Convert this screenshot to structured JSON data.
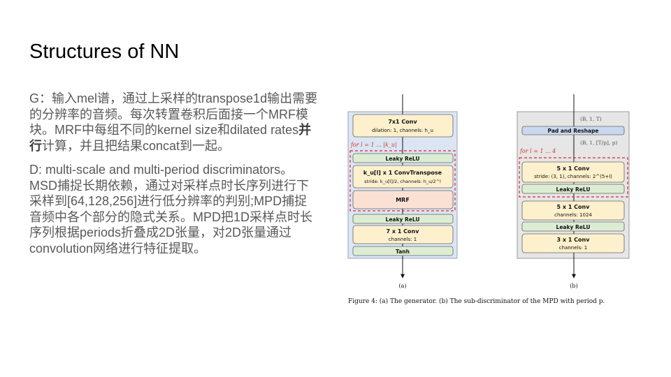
{
  "title": "Structures of NN",
  "paragraph_g": {
    "before": "G：输入mel谱，通过上采样的transpose1d输出需要的分辨率的音频。每次转置卷积后面接一个MRF模块。MRF中每组不同的kernel size和dilated rates",
    "bold": "并行",
    "after": "计算，并且把结果concat到一起。"
  },
  "paragraph_d": "D: multi-scale and multi-period discriminators。MSD捕捉长期依赖，通过对采样点时长序列进行下采样到[64,128,256]进行低分辨率的判别;MPD捕捉音频中各个部分的隐式关系。MPD把1D采样点时长序列根据periods折叠成2D张量，对2D张量通过convolution网络进行特征提取。",
  "figure": {
    "caption": "Figure 4: (a) The generator. (b) The sub-discriminator of the MPD with period p.",
    "generator": {
      "label": "(a)",
      "conv_in": "7x1 Conv",
      "conv_in_sub": "dilation: 1, channels: h_u",
      "loop": "for l = 1 ... |k_u|",
      "leaky1": "Leaky ReLU",
      "transpose": "k_u[l] x 1  ConvTranspose",
      "transpose_sub": "stride: k_u[l]/2, channels: h_u/2^l",
      "mrf": "MRF",
      "leaky2": "Leaky ReLU",
      "conv_out": "7 x 1  Conv",
      "conv_out_sub": "channels: 1",
      "tanh": "Tanh"
    },
    "discriminator": {
      "label": "(b)",
      "shape_in": "(B, 1, T)",
      "pad": "Pad and Reshape",
      "shape_mid": "(B, 1, [T/p], p)",
      "loop": "for l = 1 ... 4",
      "conv_loop": "5 x 1  Conv",
      "conv_loop_sub": "stride: (3, 1), channels: 2^(5+l)",
      "leaky_loop": "Leaky ReLU",
      "conv2": "5 x 1  Conv",
      "conv2_sub": "channels: 1024",
      "leaky2": "Leaky ReLU",
      "conv3": "3 x 1  Conv",
      "conv3_sub": "channels: 1"
    },
    "colors": {
      "gen_panel": "#dbe5f4",
      "disc_panel": "#e6e6e6",
      "conv_fill": "#fdf0cc",
      "act_fill": "#dcedd3",
      "mrf_fill": "#fbe1d3",
      "pad_fill": "#c9d8ef",
      "dashed": "#e0242e",
      "loop_text": "#d9342b"
    }
  }
}
